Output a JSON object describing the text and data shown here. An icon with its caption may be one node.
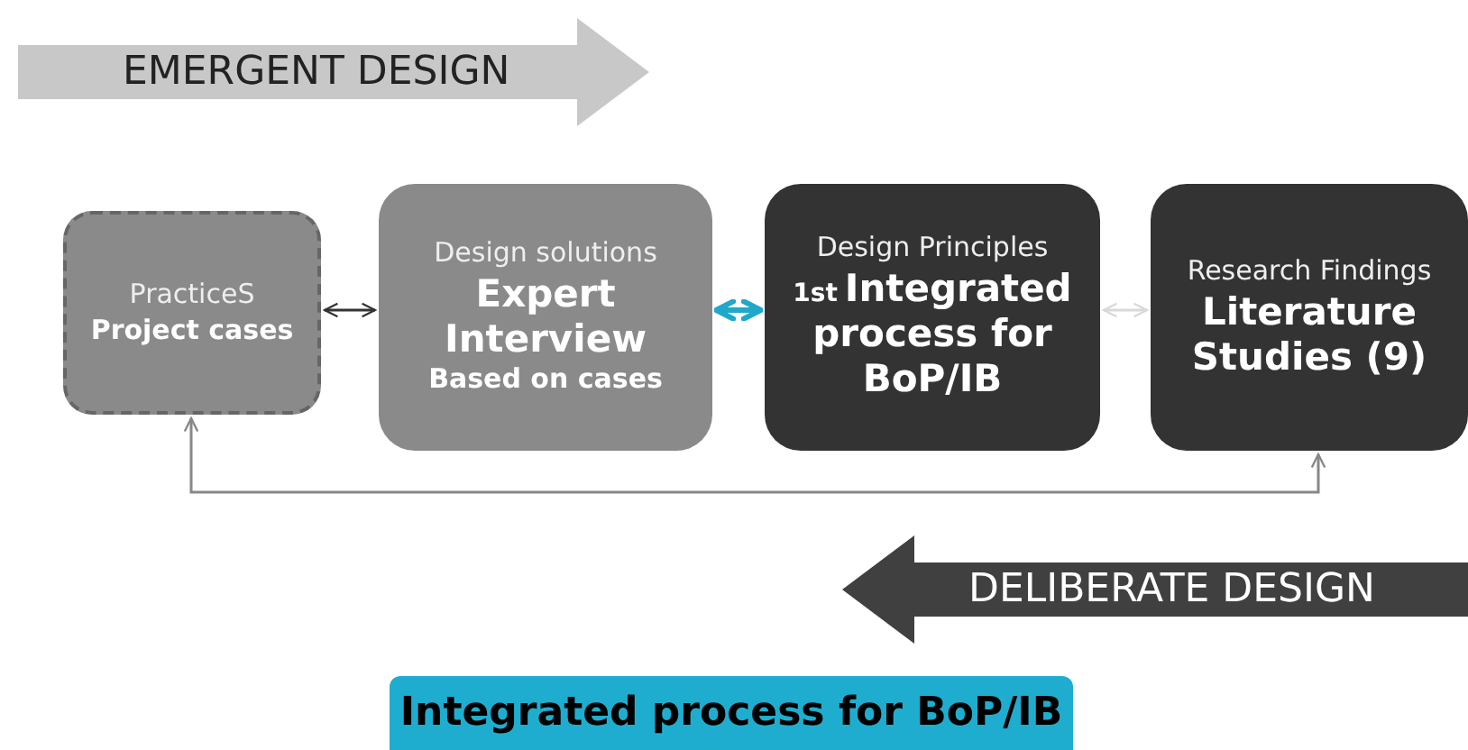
{
  "diagram": {
    "nodes": [
      {
        "text": [
          "EMERGENT DESIGN"
        ]
      },
      {
        "text": [
          "PracticeS",
          "Project cases"
        ]
      },
      {
        "text": [
          "Design solutions",
          "Expert Interview",
          "Based on cases"
        ]
      },
      {
        "text": [
          "Design Principles",
          "1st",
          "Integrated process for BoP/IB"
        ]
      },
      {
        "text": [
          "Research Findings",
          "Literature Studies (9)"
        ]
      },
      {
        "text": [
          "DELIBERATE DESIGN"
        ]
      },
      {
        "text": [
          "Integrated process for BoP/IB"
        ]
      }
    ],
    "edges": [
      {
        "from": 1,
        "to": 2,
        "arrow": "both",
        "color": "#333333"
      },
      {
        "from": 3,
        "to": 2,
        "arrow": "both",
        "style": "thick",
        "color": "#1fa8c9"
      },
      {
        "from": 3,
        "to": 4,
        "arrow": "both",
        "color": "#d8d8d8"
      },
      {
        "from": 4,
        "to": 1,
        "arrow": "both",
        "color": "#888888"
      }
    ]
  }
}
